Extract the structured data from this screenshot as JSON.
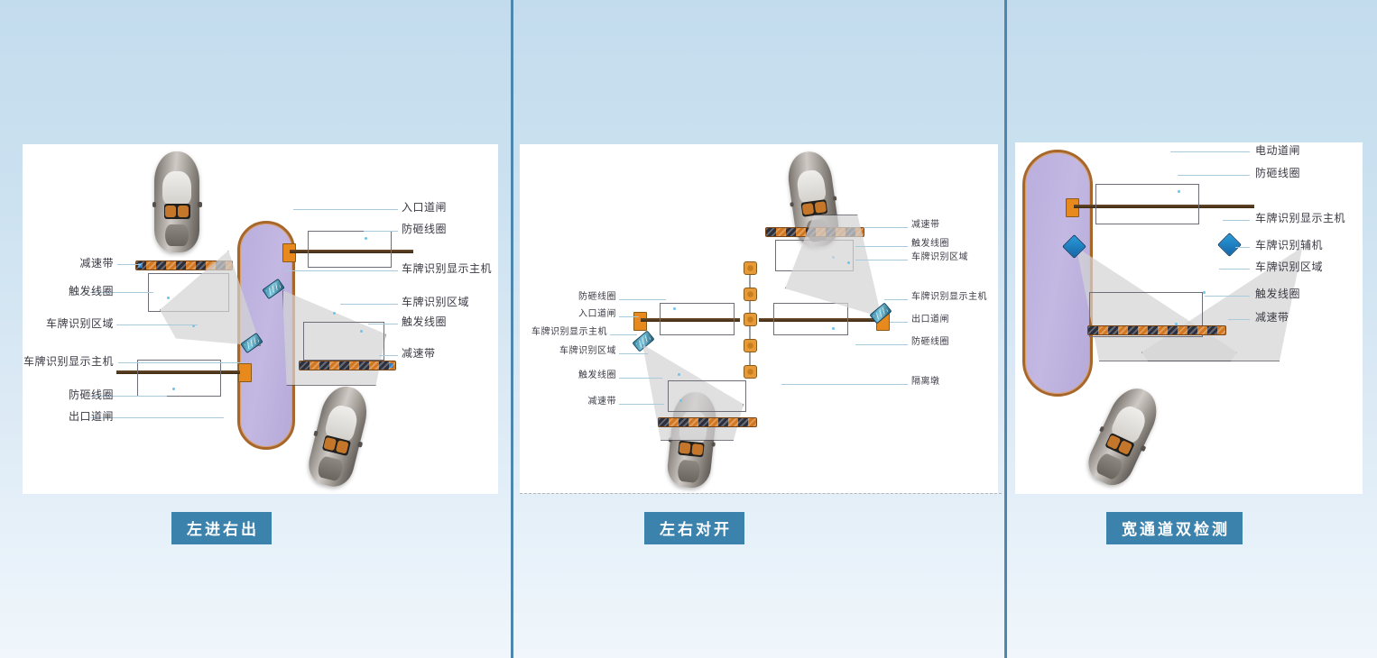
{
  "background": {
    "top_color": "#c3dced",
    "bottom_color": "#f0f6fb",
    "divider_color": "#4e86ae"
  },
  "caption_style": {
    "bg": "#3b82ad",
    "text_color": "#ffffff"
  },
  "panels": [
    {
      "id": "left-in-right-out",
      "caption": "左进右出",
      "labels_left": [
        {
          "text": "减速带"
        },
        {
          "text": "触发线圈"
        },
        {
          "text": "车牌识别区域"
        },
        {
          "text": "车牌识别显示主机"
        },
        {
          "text": "防砸线圈"
        },
        {
          "text": "出口道闸"
        }
      ],
      "labels_right": [
        {
          "text": "入口道闸"
        },
        {
          "text": "防砸线圈"
        },
        {
          "text": "车牌识别显示主机"
        },
        {
          "text": "车牌识别区域"
        },
        {
          "text": "触发线圈"
        },
        {
          "text": "减速带"
        }
      ]
    },
    {
      "id": "left-right-opposite",
      "caption": "左右对开",
      "labels_left": [
        {
          "text": "防砸线圈"
        },
        {
          "text": "入口道闸"
        },
        {
          "text": "车牌识别显示主机"
        },
        {
          "text": "车牌识别区域"
        },
        {
          "text": "触发线圈"
        },
        {
          "text": "减速带"
        }
      ],
      "labels_right": [
        {
          "text": "减速带"
        },
        {
          "text": "触发线圈"
        },
        {
          "text": "车牌识别区域"
        },
        {
          "text": "车牌识别显示主机"
        },
        {
          "text": "出口道闸"
        },
        {
          "text": "防砸线圈"
        },
        {
          "text": "隔离墩"
        }
      ]
    },
    {
      "id": "wide-lane-dual-detect",
      "caption": "宽通道双检测",
      "labels_left": [],
      "labels_right": [
        {
          "text": "电动道闸"
        },
        {
          "text": "防砸线圈"
        },
        {
          "text": "车牌识别显示主机"
        },
        {
          "text": "车牌识别辅机"
        },
        {
          "text": "车牌识别区域"
        },
        {
          "text": "触发线圈"
        },
        {
          "text": "减速带"
        }
      ]
    }
  ],
  "colors": {
    "island_fill": "#bcb1e0",
    "island_border": "#a8672a",
    "gate_box": "#e8891d",
    "camera": "#2e7f9e",
    "aux_camera": "#1f7fc4",
    "cone": "#d4d4d6",
    "speed_bump_dark": "#2b2f3c",
    "speed_bump_orange": "#d2771f",
    "leader_line": "#a9c9dd",
    "label_text": "#3a3a44"
  }
}
